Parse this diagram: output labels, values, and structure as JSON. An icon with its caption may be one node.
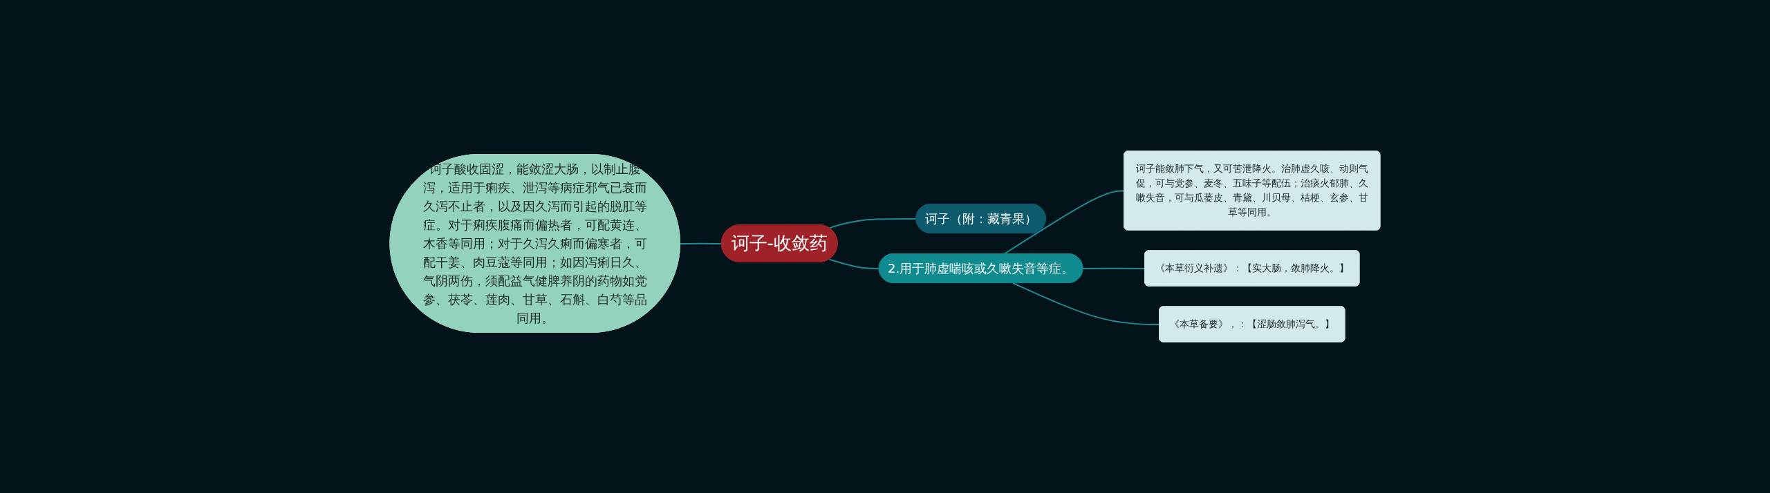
{
  "diagram": {
    "nodes": [
      {
        "text": [
          "诃子-收敛药"
        ]
      },
      {
        "text": [
          "诃子酸收固涩，能敛涩大肠，以制止腹泻，适用于痢疾、泄泻等病症邪气已衰而久泻不止者，以及因久泻而引起的脱肛等症。对于痢疾腹痛而偏热者，可配黄连、木香等同用；对于久泻久痢而偏寒者，可配干姜、肉豆蔻等同用；如因泻痢日久、气阴两伤，须配益气健脾养阴的药物如党参、茯苓、莲肉、甘草、石斛、白芍等品同用。"
        ]
      },
      {
        "text": [
          "诃子（附：藏青果）"
        ]
      },
      {
        "text": [
          "2.用于肺虚喘咳或久嗽失音等症。"
        ]
      },
      {
        "text": [
          "诃子能敛肺下气，又可苦泄降火。治肺虚久咳、动则气促，可与党参、麦冬、五味子等配伍；治痰火郁肺、久嗽失音，可与瓜蒌皮、青黛、川贝母、桔梗、玄参、甘草等同用。"
        ]
      },
      {
        "text": [
          "《本草衍义补遗》：【实大肠，敛肺降火。】"
        ]
      },
      {
        "text": [
          "《本草备要》，：【涩肠敛肺泻气。】"
        ]
      }
    ],
    "edges": [
      {
        "from": 0,
        "to": 1,
        "arrow": "none"
      },
      {
        "from": 0,
        "to": 2,
        "arrow": "none"
      },
      {
        "from": 0,
        "to": 3,
        "arrow": "none"
      },
      {
        "from": 3,
        "to": 4,
        "arrow": "none"
      },
      {
        "from": 3,
        "to": 5,
        "arrow": "none"
      },
      {
        "from": 3,
        "to": 6,
        "arrow": "none"
      }
    ]
  }
}
